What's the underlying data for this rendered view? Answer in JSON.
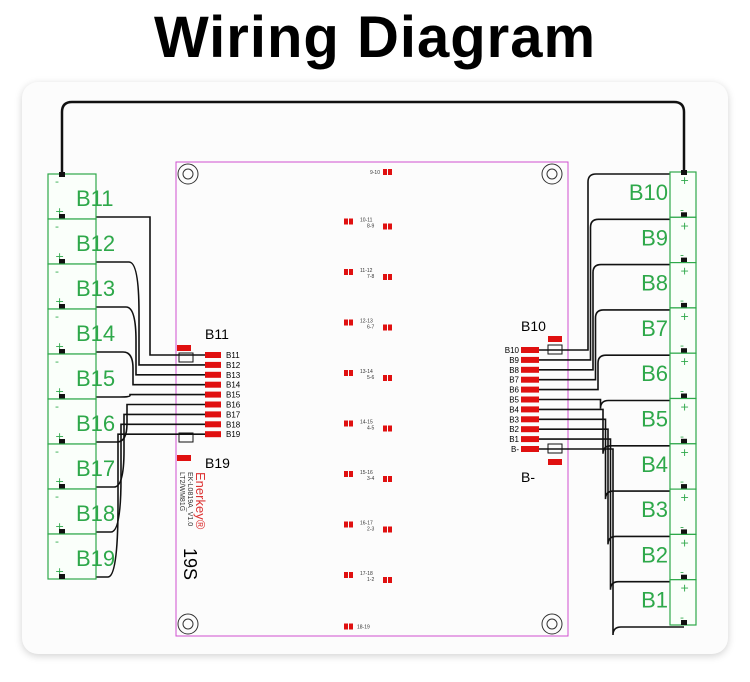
{
  "title": "Wiring Diagram",
  "left_cells": [
    "B11",
    "B12",
    "B13",
    "B14",
    "B15",
    "B16",
    "B17",
    "B18",
    "B19"
  ],
  "right_cells": [
    "B10",
    "B9",
    "B8",
    "B7",
    "B6",
    "B5",
    "B4",
    "B3",
    "B2",
    "B1"
  ],
  "polarity": {
    "neg": "-",
    "pos": "+"
  },
  "left_connector": {
    "top_label": "B11",
    "bottom_label": "B19",
    "pins": [
      "B11",
      "B12",
      "B13",
      "B14",
      "B15",
      "B16",
      "B17",
      "B18",
      "B19"
    ]
  },
  "right_connector": {
    "top_label": "B10",
    "bottom_label": "B-",
    "pins": [
      "B10",
      "B9",
      "B8",
      "B7",
      "B6",
      "B5",
      "B4",
      "B3",
      "B2",
      "B1",
      "B-"
    ]
  },
  "balance_pads": [
    {
      "a": "9-10"
    },
    {
      "a": "10-11",
      "b": "8-9"
    },
    {
      "a": "11-12",
      "b": "7-8"
    },
    {
      "a": "12-13",
      "b": "6-7"
    },
    {
      "a": "13-14",
      "b": "5-6"
    },
    {
      "a": "14-15",
      "b": "4-5"
    },
    {
      "a": "15-16",
      "b": "3-4"
    },
    {
      "a": "16-17",
      "b": "2-3"
    },
    {
      "a": "17-18",
      "b": "1-2"
    },
    {
      "a": "18-19"
    }
  ],
  "board": {
    "brand": "Enerkey®",
    "model_1": "EK-L0819A_V1.0",
    "model_2": "LT2/WM81G",
    "series": "19S"
  },
  "colors": {
    "cell": "#2ea84a",
    "board_outline": "#d04fd0",
    "pad": "#e01010",
    "wire": "#111111"
  }
}
